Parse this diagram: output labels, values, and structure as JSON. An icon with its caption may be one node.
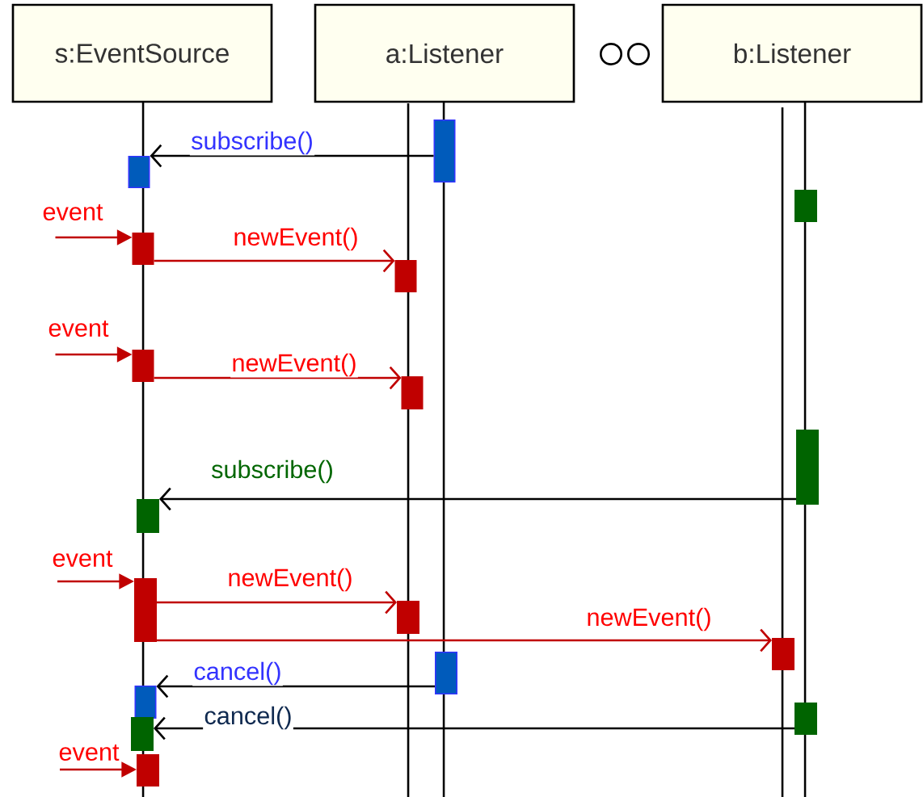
{
  "diagram": {
    "nodes": [
      {
        "text": [
          "s:EventSource"
        ]
      },
      {
        "text": [
          "a:Listener"
        ]
      },
      {
        "text": [
          "b:Listener"
        ]
      },
      {
        "text": [],
        "shape": "bar"
      },
      {
        "text": [],
        "shape": "bar"
      },
      {
        "text": [],
        "shape": "bar"
      },
      {
        "text": [],
        "shape": "bar"
      },
      {
        "text": [],
        "shape": "bar"
      },
      {
        "text": [],
        "shape": "bar"
      },
      {
        "text": [],
        "shape": "bar"
      },
      {
        "text": [],
        "shape": "bar"
      },
      {
        "text": [],
        "shape": "bar"
      },
      {
        "text": [],
        "shape": "bar"
      },
      {
        "text": [],
        "shape": "bar"
      },
      {
        "text": [],
        "shape": "bar"
      },
      {
        "text": [],
        "shape": "bar"
      },
      {
        "text": [],
        "shape": "bar"
      },
      {
        "text": [],
        "shape": "bar"
      },
      {
        "text": [],
        "shape": "bar"
      },
      {
        "text": [],
        "shape": "bar"
      }
    ],
    "edges": [
      {
        "from": 3,
        "to": 4,
        "arrow": "to",
        "label": "subscribe()",
        "color": "#000000"
      },
      {
        "from": null,
        "to": 6,
        "arrow": "to",
        "label": "event"
      },
      {
        "from": 6,
        "to": 7,
        "arrow": "to",
        "label": "newEvent()"
      },
      {
        "from": null,
        "to": 8,
        "arrow": "to",
        "label": "event"
      },
      {
        "from": 8,
        "to": 9,
        "arrow": "to",
        "label": "newEvent()"
      },
      {
        "from": 10,
        "to": 11,
        "arrow": "to",
        "label": "subscribe()",
        "color": "#000000"
      },
      {
        "from": null,
        "to": 12,
        "arrow": "to",
        "label": "event"
      },
      {
        "from": 12,
        "to": 13,
        "arrow": "to",
        "label": "newEvent()"
      },
      {
        "from": 12,
        "to": 14,
        "arrow": "to",
        "label": "newEvent()"
      },
      {
        "from": 15,
        "to": 16,
        "arrow": "to",
        "label": "cancel()",
        "color": "#000000"
      },
      {
        "from": 17,
        "to": 18,
        "arrow": "to",
        "label": "cancel()",
        "color": "#000000"
      },
      {
        "from": null,
        "to": 19,
        "arrow": "to",
        "label": "event"
      }
    ]
  }
}
